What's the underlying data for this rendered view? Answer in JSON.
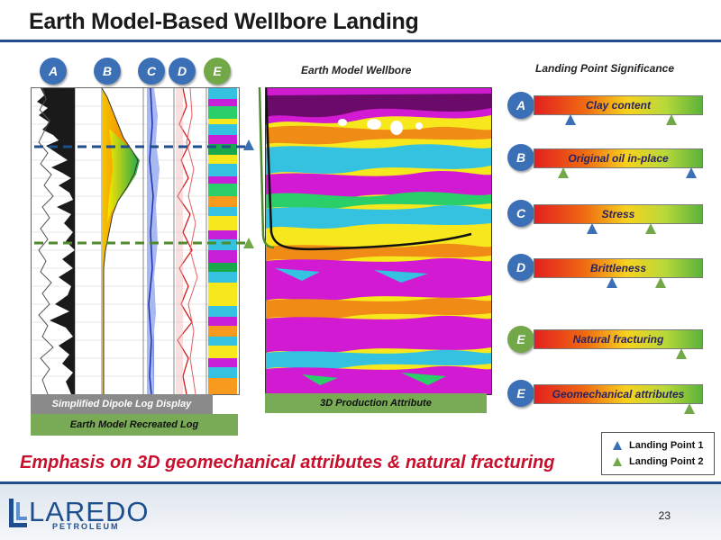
{
  "title": "Earth Model-Based Wellbore Landing",
  "log_tracks": {
    "labels": [
      "A",
      "B",
      "C",
      "D",
      "E"
    ]
  },
  "seismic": {
    "title": "Earth Model Wellbore",
    "caption": "3D Production Attribute"
  },
  "log_captions": {
    "grey": "Simplified Dipole Log Display",
    "green": "Earth Model Recreated Log"
  },
  "significance": {
    "title": "Landing Point Significance",
    "rows": [
      {
        "badge": "A",
        "label": "Clay content",
        "lp1": 0.22,
        "lp2": 0.82
      },
      {
        "badge": "B",
        "label": "Original oil in-place",
        "lp1": 0.94,
        "lp2": 0.18
      },
      {
        "badge": "C",
        "label": "Stress",
        "lp1": 0.35,
        "lp2": 0.7
      },
      {
        "badge": "D",
        "label": "Brittleness",
        "lp1": 0.47,
        "lp2": 0.76
      },
      {
        "badge": "E",
        "label": "Natural fracturing",
        "lp1": null,
        "lp2": 0.88
      },
      {
        "badge": "E",
        "label": "Geomechanical attributes",
        "lp1": null,
        "lp2": 0.93
      }
    ]
  },
  "emphasis": "Emphasis on 3D geomechanical attributes & natural fracturing",
  "legend": {
    "lp1": "Landing Point 1",
    "lp2": "Landing Point 2"
  },
  "colors": {
    "landing_point_1": "#3b6fb6",
    "landing_point_2": "#72a848",
    "accent": "#1f4e8c",
    "emphasis": "#c8102e"
  },
  "footer": {
    "logo_word": "LAREDO",
    "logo_sub": "PETROLEUM",
    "page": "23"
  }
}
